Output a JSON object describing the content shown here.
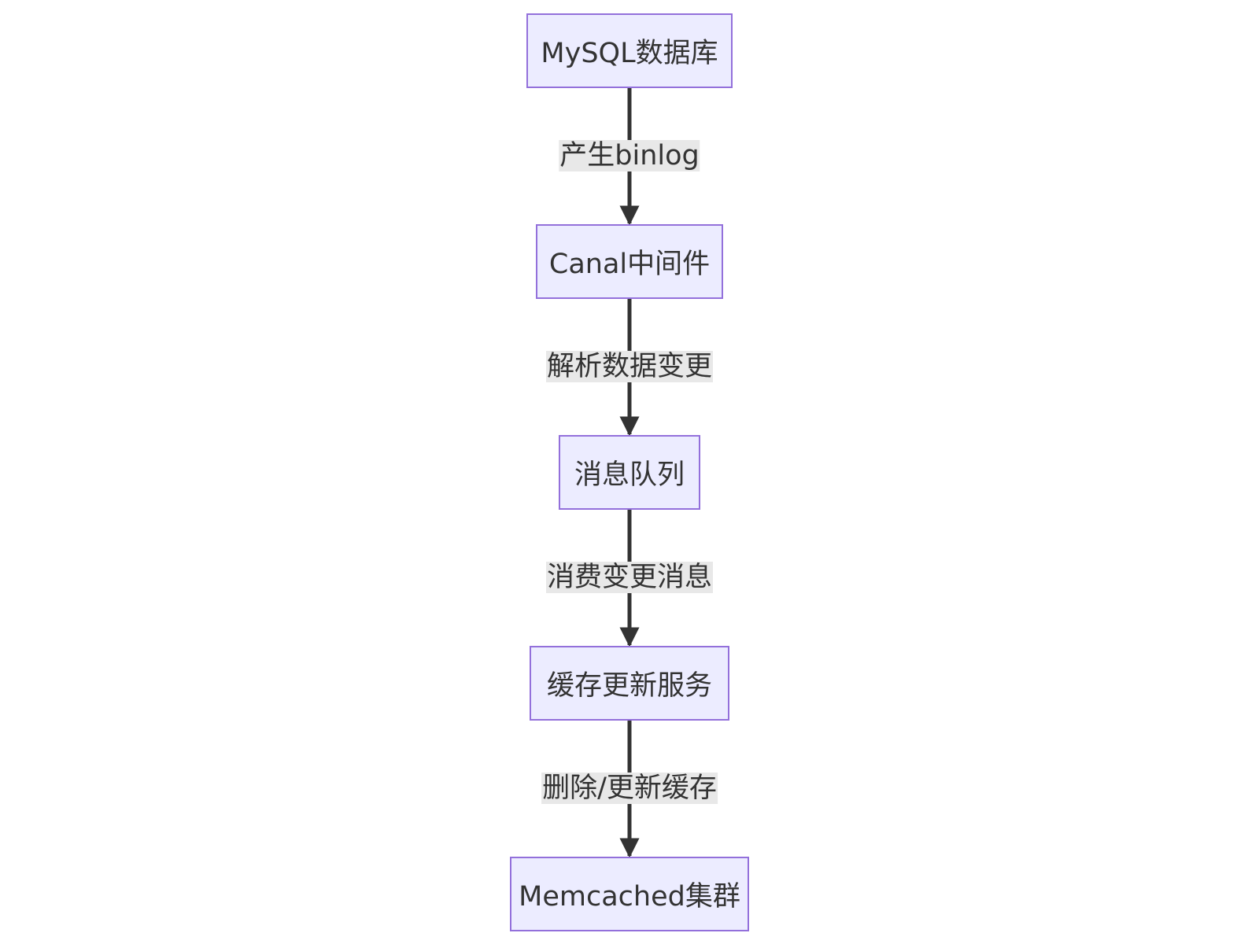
{
  "diagram": {
    "type": "flowchart",
    "direction": "top-down",
    "colors": {
      "node_fill": "#ececff",
      "node_border": "#9370db",
      "edge": "#333333",
      "label_background": "#e8e8e8",
      "text": "#333333"
    },
    "nodes": [
      {
        "id": "mysql",
        "label": "MySQL数据库"
      },
      {
        "id": "canal",
        "label": "Canal中间件"
      },
      {
        "id": "mq",
        "label": "消息队列"
      },
      {
        "id": "cache_service",
        "label": "缓存更新服务"
      },
      {
        "id": "memcached",
        "label": "Memcached集群"
      }
    ],
    "edges": [
      {
        "from": "mysql",
        "to": "canal",
        "label": "产生binlog"
      },
      {
        "from": "canal",
        "to": "mq",
        "label": "解析数据变更"
      },
      {
        "from": "mq",
        "to": "cache_service",
        "label": "消费变更消息"
      },
      {
        "from": "cache_service",
        "to": "memcached",
        "label": "删除/更新缓存"
      }
    ]
  }
}
